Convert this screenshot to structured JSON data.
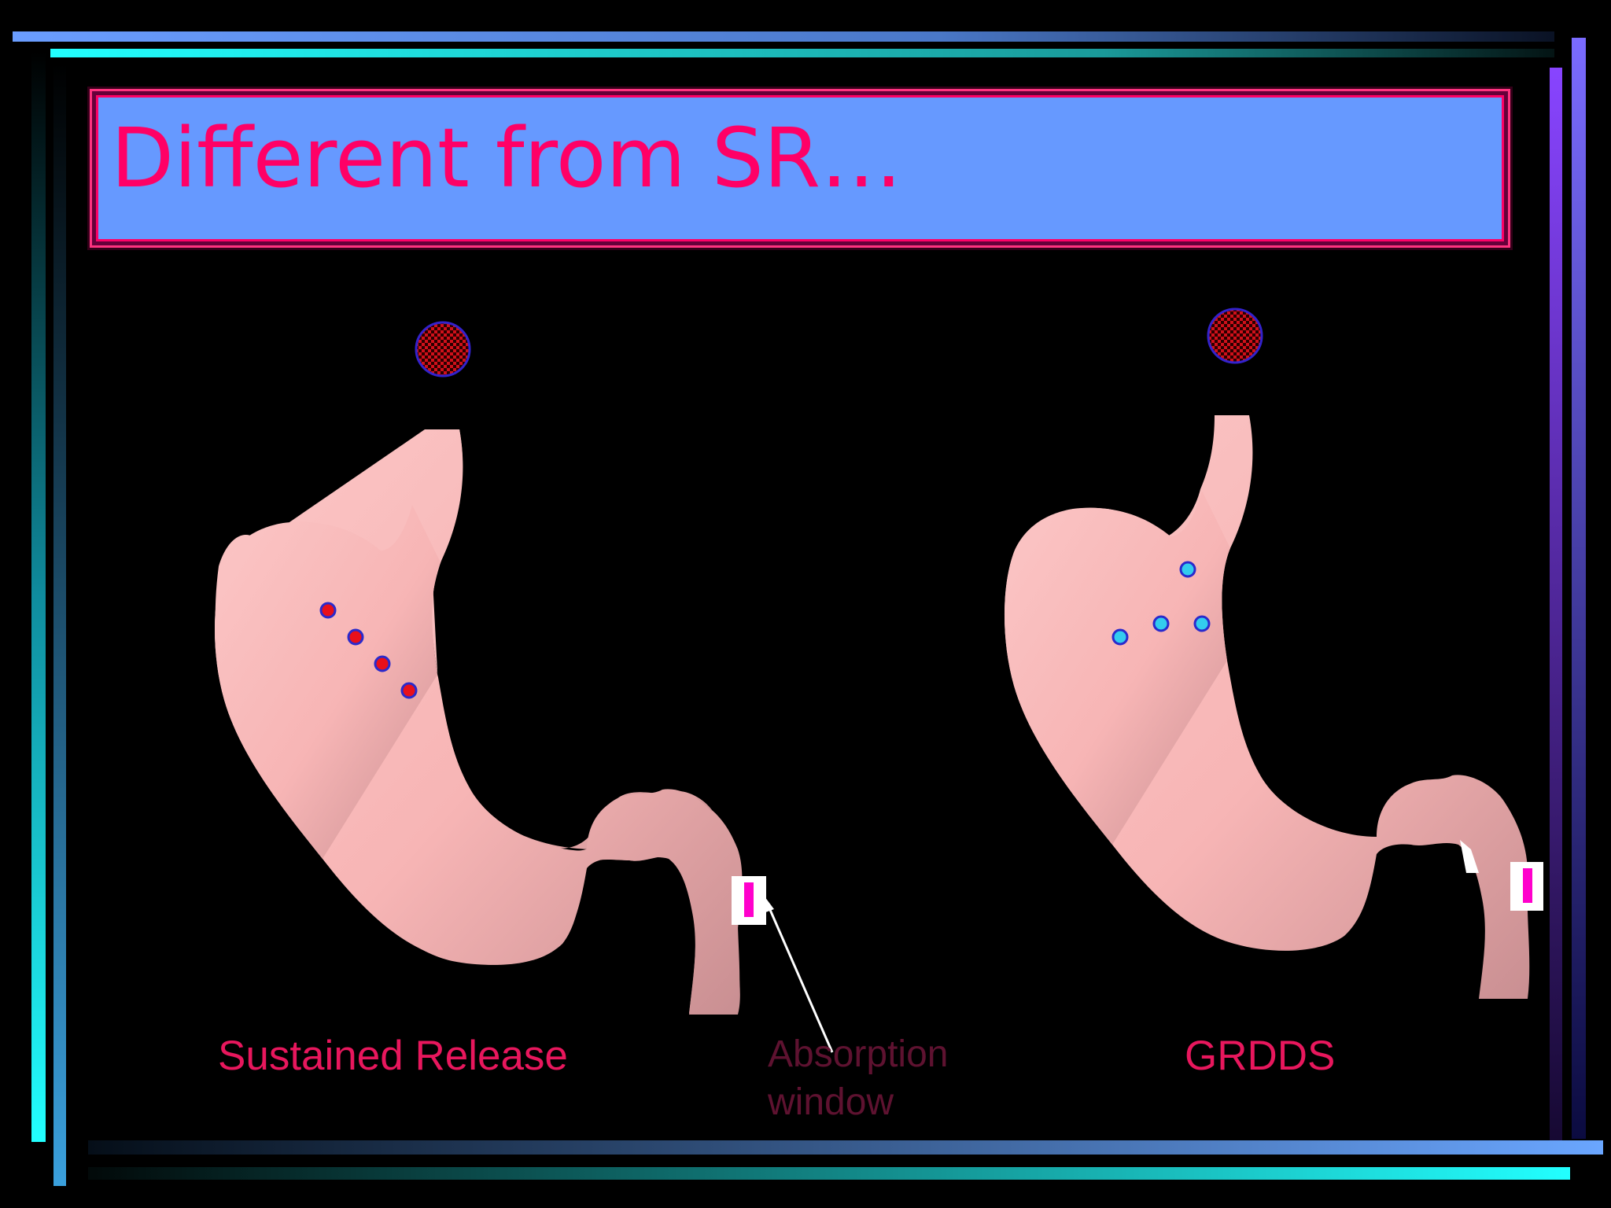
{
  "slide": {
    "title": "Different from SR…",
    "left_caption": "Sustained Release",
    "right_caption": "GRDDS",
    "absorption_label": "Absorption window"
  },
  "colors": {
    "background": "#000000",
    "title_fill": "#6699ff",
    "title_text": "#ff0066",
    "stomach": "#f8b8b8",
    "sr_particle": "#e8101a",
    "grdds_particle": "#33ccee",
    "absorption_marker": "#ff00cc",
    "caption": "#e8175d"
  },
  "icons": {
    "tablet": "tablet-icon",
    "stomach": "stomach-illustration",
    "arrow": "pointer-arrow"
  }
}
